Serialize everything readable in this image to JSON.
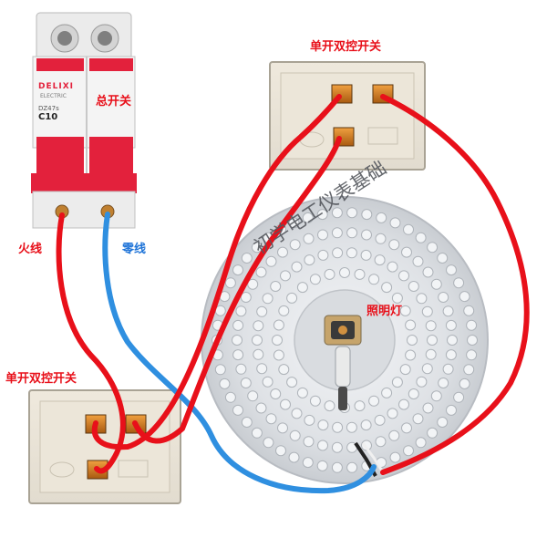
{
  "breaker": {
    "brand": "DELIXI",
    "brand_sub": "ELECTRIC",
    "model": "DZ47s",
    "rating": "C10",
    "label": "总开关"
  },
  "labels": {
    "live": "火线",
    "neutral": "零线",
    "switch_top": "单开双控开关",
    "switch_bottom": "单开双控开关",
    "lamp": "照明灯"
  },
  "watermark": "初学电工仪表基础",
  "colors": {
    "live_wire": "#e8101a",
    "neutral_wire": "#2f8fe0",
    "breaker_red": "#e3213c",
    "label_red": "#e8101a",
    "label_blue": "#1f74d8"
  },
  "icons": {
    "breaker": "circuit-breaker",
    "switch": "double-control-switch",
    "lamp": "led-ceiling-lamp"
  }
}
